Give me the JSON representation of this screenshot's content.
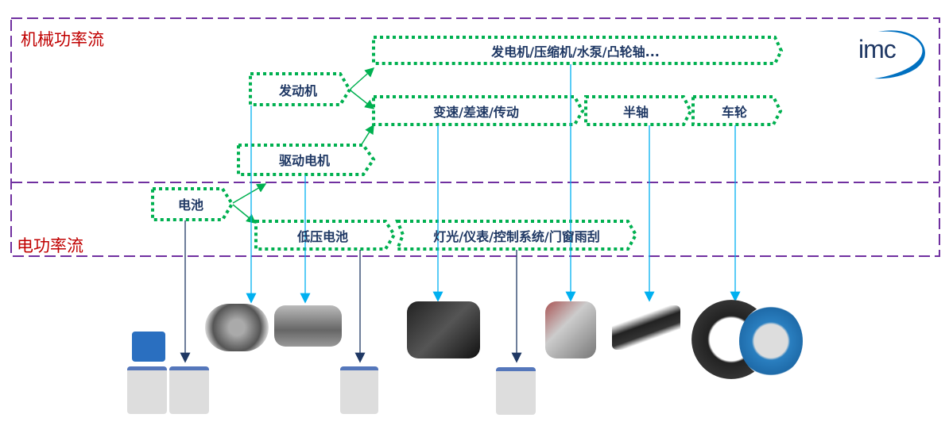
{
  "regions": {
    "mechanical": "机械功率流",
    "electrical": "电功率流"
  },
  "logo": "imc",
  "nodes": {
    "generator": "发电机/压缩机/水泵/凸轮轴...",
    "engine": "发动机",
    "transmission": "变速/差速/传动",
    "halfshaft": "半轴",
    "wheel": "车轮",
    "drive_motor": "驱动电机",
    "battery": "电池",
    "lv_battery": "低压电池",
    "accessories": "灯光/仪表/控制系统/门窗雨刮"
  },
  "colors": {
    "box_border": "#00b050",
    "region_border": "#7030a0",
    "region_text": "#c00000",
    "label_text": "#1f3864",
    "sensor_line": "#00b0f0",
    "module_line": "#1f3864"
  }
}
